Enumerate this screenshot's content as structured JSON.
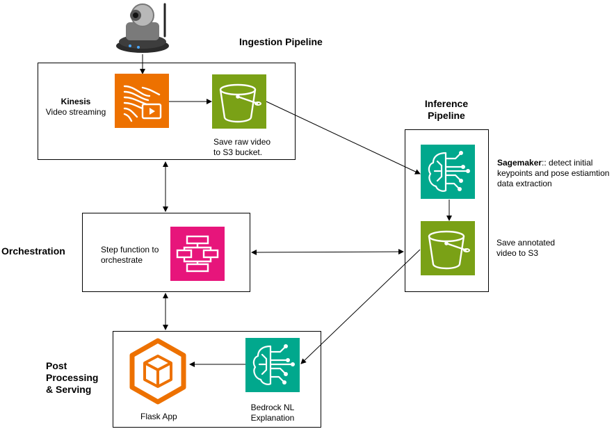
{
  "ingestion": {
    "title": "Ingestion Pipeline",
    "kinesis_bold": "Kinesis",
    "kinesis_sub": "Video streaming",
    "s3_line1": "Save raw video",
    "s3_line2": "to S3 bucket."
  },
  "inference": {
    "title_line1": "Inference",
    "title_line2": "Pipeline",
    "sagemaker_bold": "Sagemaker",
    "sagemaker_rest": ":: detect initial",
    "sagemaker_line2": "keypoints and pose estiamtion",
    "sagemaker_line3": "data extraction",
    "s3_line1": "Save annotated",
    "s3_line2": "video to S3"
  },
  "orchestration": {
    "title": "Orchestration",
    "step_line1": "Step function to",
    "step_line2": "orchestrate"
  },
  "post": {
    "title_line1": "Post",
    "title_line2": "Processing",
    "title_line3": "& Serving",
    "flask_label": "Flask App",
    "bedrock_line1": "Bedrock NL",
    "bedrock_line2": "Explanation"
  },
  "colors": {
    "kinesis": "#ED7100",
    "s3": "#7AA116",
    "ml": "#01A88D",
    "step_functions": "#E7157B",
    "flask": "#ED7100"
  }
}
